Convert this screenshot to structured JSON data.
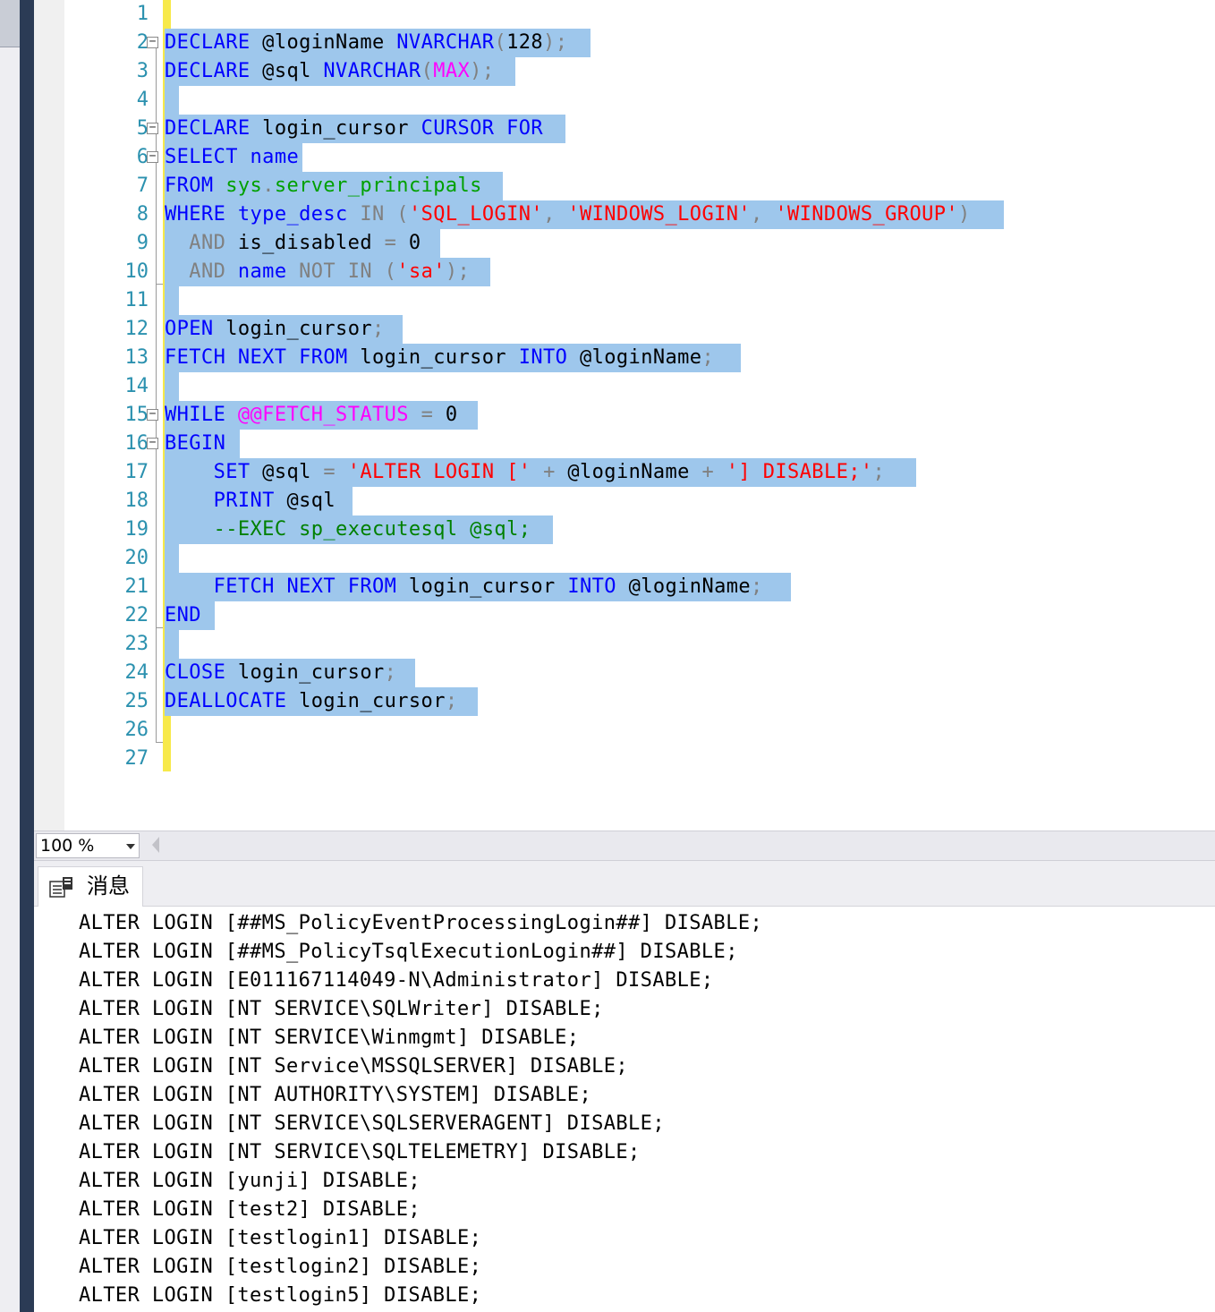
{
  "editor": {
    "line_numbers": [
      "1",
      "2",
      "3",
      "4",
      "5",
      "6",
      "7",
      "8",
      "9",
      "10",
      "11",
      "12",
      "13",
      "14",
      "15",
      "16",
      "17",
      "18",
      "19",
      "20",
      "21",
      "22",
      "23",
      "24",
      "25",
      "26",
      "27"
    ],
    "lines": [
      [],
      [
        [
          "kw",
          "DECLARE"
        ],
        [
          "pl",
          " @loginName "
        ],
        [
          "kw",
          "NVARCHAR"
        ],
        [
          "gray",
          "("
        ],
        [
          "pl",
          "128"
        ],
        [
          "gray",
          ");"
        ]
      ],
      [
        [
          "kw",
          "DECLARE"
        ],
        [
          "pl",
          " @sql "
        ],
        [
          "kw",
          "NVARCHAR"
        ],
        [
          "gray",
          "("
        ],
        [
          "fn",
          "MAX"
        ],
        [
          "gray",
          ");"
        ]
      ],
      [],
      [
        [
          "kw",
          "DECLARE"
        ],
        [
          "pl",
          " login_cursor "
        ],
        [
          "kw",
          "CURSOR FOR"
        ]
      ],
      [
        [
          "kw",
          "SELECT"
        ],
        [
          "pl",
          " "
        ],
        [
          "kw",
          "name"
        ]
      ],
      [
        [
          "kw",
          "FROM"
        ],
        [
          "pl",
          " "
        ],
        [
          "sys",
          "sys"
        ],
        [
          "gray",
          "."
        ],
        [
          "sys",
          "server_principals"
        ]
      ],
      [
        [
          "kw",
          "WHERE"
        ],
        [
          "pl",
          " "
        ],
        [
          "kw",
          "type_desc"
        ],
        [
          "pl",
          " "
        ],
        [
          "gray",
          "IN ("
        ],
        [
          "str",
          "'SQL_LOGIN'"
        ],
        [
          "gray",
          ", "
        ],
        [
          "str",
          "'WINDOWS_LOGIN'"
        ],
        [
          "gray",
          ", "
        ],
        [
          "str",
          "'WINDOWS_GROUP'"
        ],
        [
          "gray",
          ")"
        ]
      ],
      [
        [
          "pl",
          "  "
        ],
        [
          "gray",
          "AND"
        ],
        [
          "pl",
          " is_disabled "
        ],
        [
          "gray",
          "="
        ],
        [
          "pl",
          " 0"
        ]
      ],
      [
        [
          "pl",
          "  "
        ],
        [
          "gray",
          "AND"
        ],
        [
          "pl",
          " "
        ],
        [
          "kw",
          "name"
        ],
        [
          "pl",
          " "
        ],
        [
          "gray",
          "NOT IN ("
        ],
        [
          "str",
          "'sa'"
        ],
        [
          "gray",
          ");"
        ]
      ],
      [],
      [
        [
          "kw",
          "OPEN"
        ],
        [
          "pl",
          " login_cursor"
        ],
        [
          "gray",
          ";"
        ]
      ],
      [
        [
          "kw",
          "FETCH NEXT FROM"
        ],
        [
          "pl",
          " login_cursor "
        ],
        [
          "kw",
          "INTO"
        ],
        [
          "pl",
          " @loginName"
        ],
        [
          "gray",
          ";"
        ]
      ],
      [],
      [
        [
          "kw",
          "WHILE"
        ],
        [
          "pl",
          " "
        ],
        [
          "fn",
          "@@FETCH_STATUS"
        ],
        [
          "pl",
          " "
        ],
        [
          "gray",
          "="
        ],
        [
          "pl",
          " 0"
        ]
      ],
      [
        [
          "kw",
          "BEGIN"
        ]
      ],
      [
        [
          "pl",
          "    "
        ],
        [
          "kw",
          "SET"
        ],
        [
          "pl",
          " @sql "
        ],
        [
          "gray",
          "="
        ],
        [
          "pl",
          " "
        ],
        [
          "str",
          "'ALTER LOGIN ['"
        ],
        [
          "pl",
          " "
        ],
        [
          "gray",
          "+"
        ],
        [
          "pl",
          " @loginName "
        ],
        [
          "gray",
          "+"
        ],
        [
          "pl",
          " "
        ],
        [
          "str",
          "'] DISABLE;'"
        ],
        [
          "gray",
          ";"
        ]
      ],
      [
        [
          "pl",
          "    "
        ],
        [
          "kw",
          "PRINT"
        ],
        [
          "pl",
          " @sql"
        ]
      ],
      [
        [
          "pl",
          "    "
        ],
        [
          "cmt",
          "--EXEC sp_executesql @sql;"
        ]
      ],
      [],
      [
        [
          "pl",
          "    "
        ],
        [
          "kw",
          "FETCH NEXT FROM"
        ],
        [
          "pl",
          " login_cursor "
        ],
        [
          "kw",
          "INTO"
        ],
        [
          "pl",
          " @loginName"
        ],
        [
          "gray",
          ";"
        ]
      ],
      [
        [
          "kw",
          "END"
        ]
      ],
      [],
      [
        [
          "kw",
          "CLOSE"
        ],
        [
          "pl",
          " login_cursor"
        ],
        [
          "gray",
          ";"
        ]
      ],
      [
        [
          "kw",
          "DEALLOCATE"
        ],
        [
          "pl",
          " login_cursor"
        ],
        [
          "gray",
          ";"
        ]
      ],
      [],
      []
    ]
  },
  "zoom": {
    "value": "100 %"
  },
  "results": {
    "tab_label": "消息",
    "messages": [
      "ALTER LOGIN [##MS_PolicyEventProcessingLogin##] DISABLE;",
      "ALTER LOGIN [##MS_PolicyTsqlExecutionLogin##] DISABLE;",
      "ALTER LOGIN [E011167114049-N\\Administrator] DISABLE;",
      "ALTER LOGIN [NT SERVICE\\SQLWriter] DISABLE;",
      "ALTER LOGIN [NT SERVICE\\Winmgmt] DISABLE;",
      "ALTER LOGIN [NT Service\\MSSQLSERVER] DISABLE;",
      "ALTER LOGIN [NT AUTHORITY\\SYSTEM] DISABLE;",
      "ALTER LOGIN [NT SERVICE\\SQLSERVERAGENT] DISABLE;",
      "ALTER LOGIN [NT SERVICE\\SQLTELEMETRY] DISABLE;",
      "ALTER LOGIN [yunji] DISABLE;",
      "ALTER LOGIN [test2] DISABLE;",
      "ALTER LOGIN [testlogin1] DISABLE;",
      "ALTER LOGIN [testlogin2] DISABLE;",
      "ALTER LOGIN [testlogin5] DISABLE;"
    ]
  }
}
